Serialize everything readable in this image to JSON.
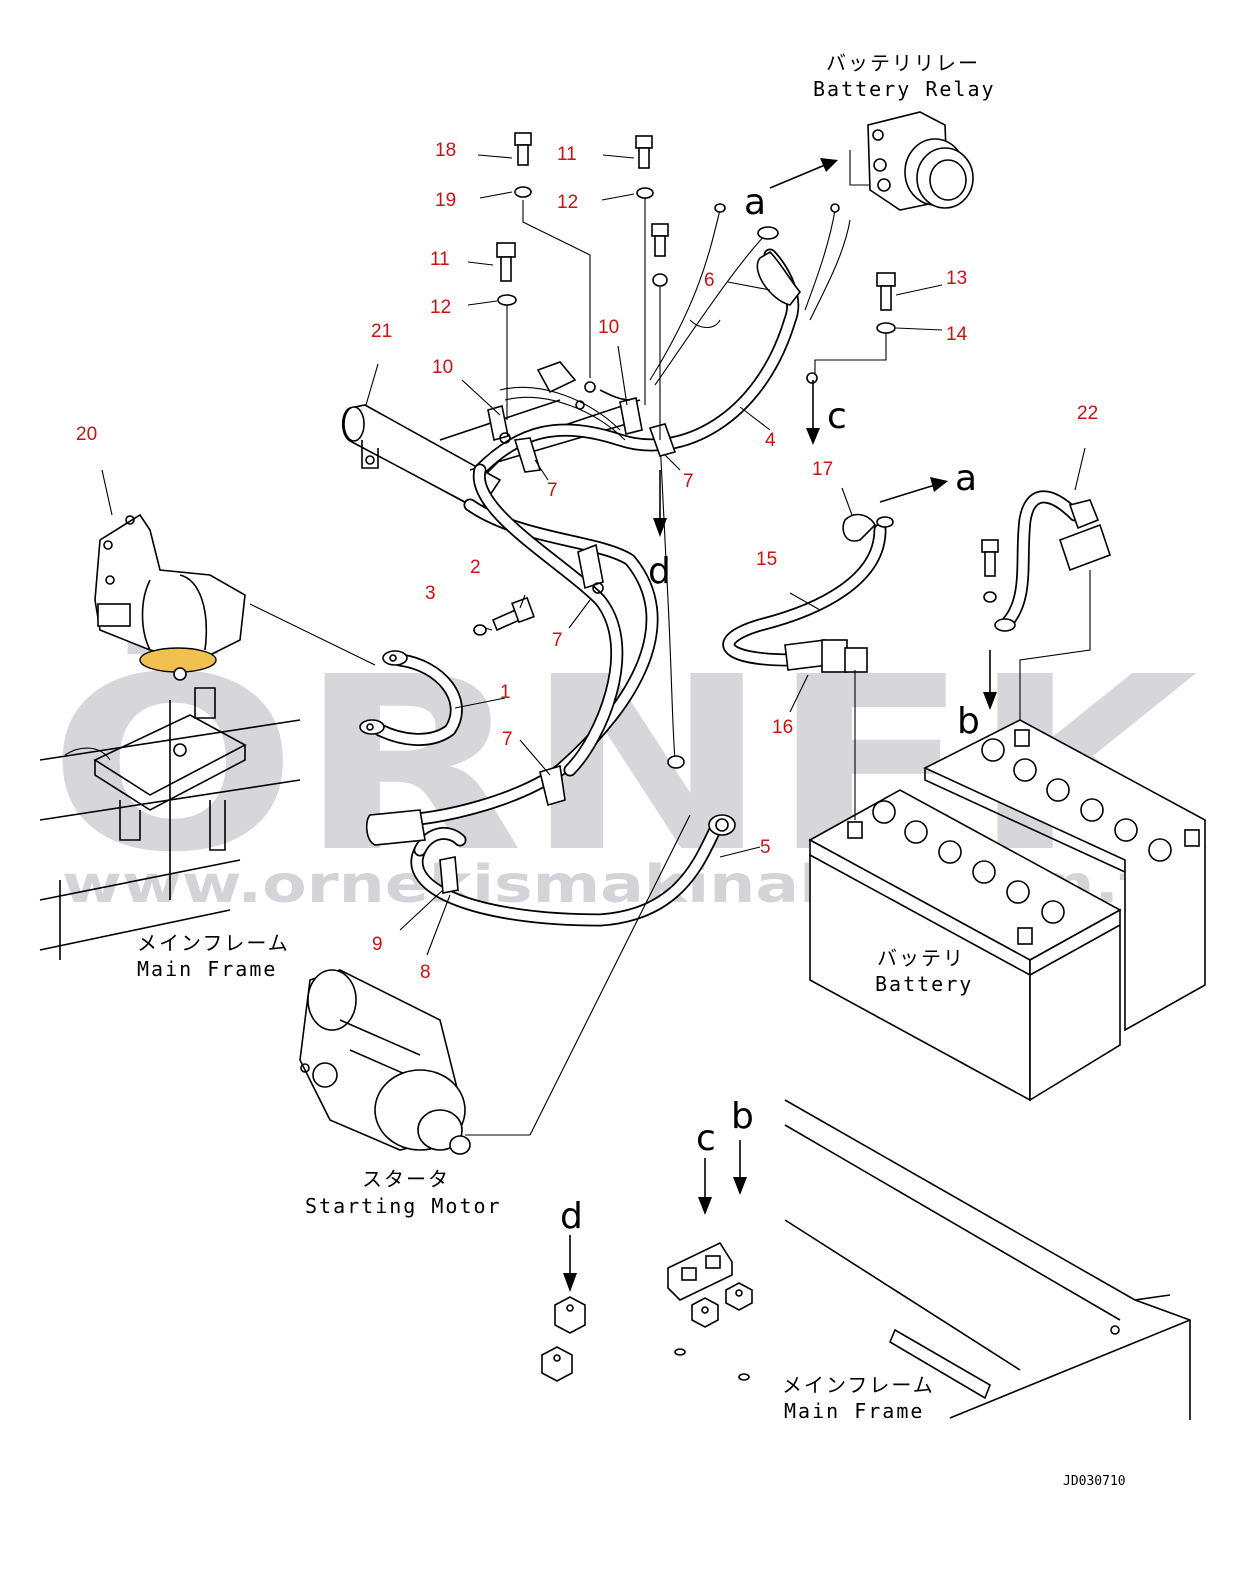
{
  "callouts": [
    "1",
    "2",
    "3",
    "4",
    "5",
    "6",
    "7",
    "8",
    "9",
    "10",
    "11",
    "12",
    "13",
    "14",
    "15",
    "16",
    "17",
    "18",
    "19",
    "20",
    "21",
    "22"
  ],
  "labels": {
    "battery_relay_jp": "バッテリリレー",
    "battery_relay_en": "Battery Relay",
    "main_frame_jp": "メインフレーム",
    "main_frame_en": "Main Frame",
    "starting_motor_jp": "スタータ",
    "starting_motor_en": "Starting Motor",
    "battery_jp": "バッテリ",
    "battery_en": "Battery"
  },
  "view_letters": [
    "a",
    "b",
    "c",
    "d"
  ],
  "drawing_code": "JD030710",
  "watermark": {
    "logo": "ÖRNEK",
    "url": "www.ornekismakinalari.com.tr"
  },
  "colors": {
    "callout": "#cc1111",
    "watermark": "#b8b6bd",
    "line": "#000000"
  }
}
